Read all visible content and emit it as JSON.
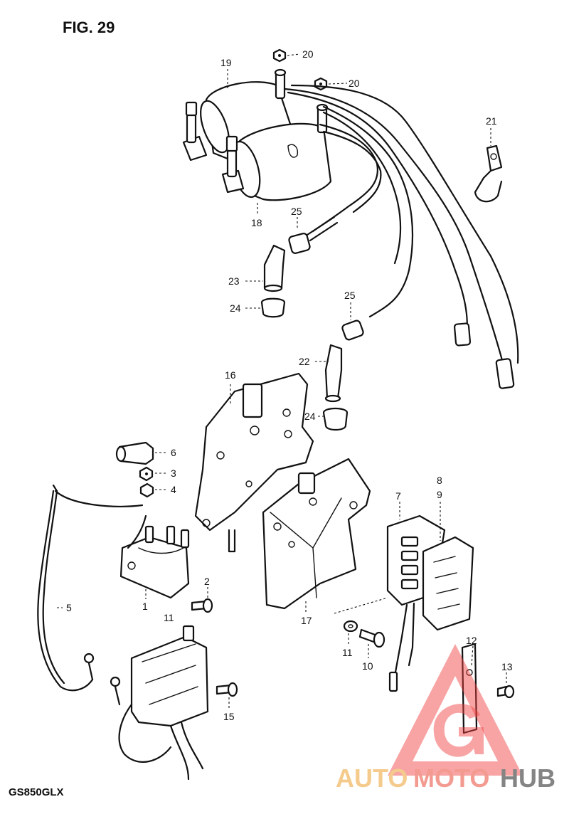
{
  "figure_label": "FIG. 29",
  "model_code": "GS850GLX",
  "watermark": {
    "brand_part1": "AUTO",
    "brand_part2": "MOTO",
    "brand_part3": "HUB",
    "colors": {
      "auto": "#f4c27a",
      "moto": "#f2897e",
      "hub": "#6f6f6f",
      "triangle": "#ef3d3d"
    }
  },
  "callouts": [
    {
      "id": "c1",
      "text": "1"
    },
    {
      "id": "c2",
      "text": "2"
    },
    {
      "id": "c3",
      "text": "3"
    },
    {
      "id": "c4",
      "text": "4"
    },
    {
      "id": "c5",
      "text": "5"
    },
    {
      "id": "c6",
      "text": "6"
    },
    {
      "id": "c7",
      "text": "7"
    },
    {
      "id": "c8",
      "text": "8"
    },
    {
      "id": "c9",
      "text": "9"
    },
    {
      "id": "c10",
      "text": "10"
    },
    {
      "id": "c11a",
      "text": "11"
    },
    {
      "id": "c11b",
      "text": "11"
    },
    {
      "id": "c12",
      "text": "12"
    },
    {
      "id": "c13",
      "text": "13"
    },
    {
      "id": "c15",
      "text": "15"
    },
    {
      "id": "c16",
      "text": "16"
    },
    {
      "id": "c17",
      "text": "17"
    },
    {
      "id": "c18",
      "text": "18"
    },
    {
      "id": "c19",
      "text": "19"
    },
    {
      "id": "c20a",
      "text": "20"
    },
    {
      "id": "c20b",
      "text": "20"
    },
    {
      "id": "c21",
      "text": "21"
    },
    {
      "id": "c22",
      "text": "22"
    },
    {
      "id": "c23",
      "text": "23"
    },
    {
      "id": "c24a",
      "text": "24"
    },
    {
      "id": "c24b",
      "text": "24"
    },
    {
      "id": "c25a",
      "text": "25"
    },
    {
      "id": "c25b",
      "text": "25"
    }
  ]
}
